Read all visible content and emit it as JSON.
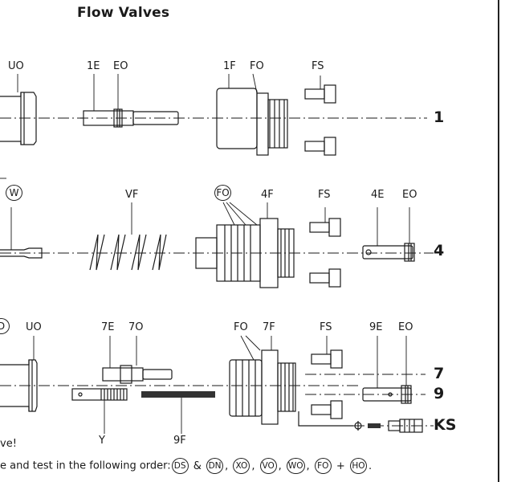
{
  "title": "Flow Valves",
  "rows": [
    "1",
    "4",
    "7",
    "9",
    "KS"
  ],
  "labels": {
    "uo_top": "UO",
    "e1": "1E",
    "eo_top": "EO",
    "f1": "1F",
    "fo_top": "FO",
    "fs_top": "FS",
    "w_circled": "W",
    "vf": "VF",
    "fo_circled": "FO",
    "f4": "4F",
    "fs_mid": "FS",
    "e4": "4E",
    "eo_mid": "EO",
    "d_circled": "D",
    "uo_low": "UO",
    "e7": "7E",
    "o7": "7O",
    "fo_low": "FO",
    "f7": "7F",
    "fs_low": "FS",
    "e9": "9E",
    "eo_low": "EO",
    "y": "Y",
    "f9": "9F"
  },
  "note_partial": "ve!",
  "instruction": {
    "text": "e and test in the following order:",
    "tokens": [
      {
        "type": "circle",
        "label": "DS"
      },
      {
        "type": "text",
        "label": " & "
      },
      {
        "type": "circle",
        "label": "DN"
      },
      {
        "type": "text",
        "label": ", "
      },
      {
        "type": "circle",
        "label": "XO"
      },
      {
        "type": "text",
        "label": ", "
      },
      {
        "type": "circle",
        "label": "VO"
      },
      {
        "type": "text",
        "label": ", "
      },
      {
        "type": "circle",
        "label": "WO"
      },
      {
        "type": "text",
        "label": ", "
      },
      {
        "type": "circle",
        "label": "FO"
      },
      {
        "type": "text",
        "label": " + "
      },
      {
        "type": "circle",
        "label": "HO"
      },
      {
        "type": "text",
        "label": "."
      }
    ]
  }
}
